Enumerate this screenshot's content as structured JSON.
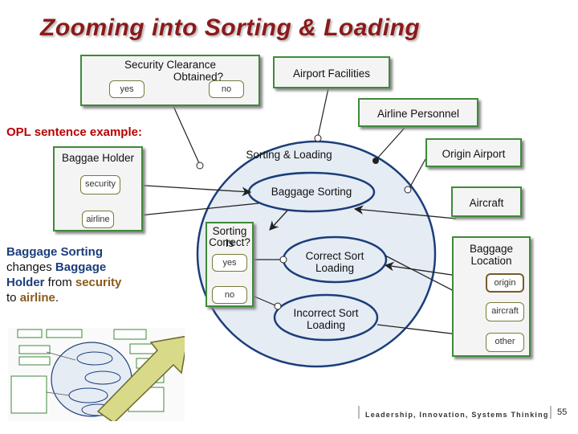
{
  "title": "Zooming into Sorting & Loading",
  "opl_heading": "OPL sentence example:",
  "opl": {
    "t1": "Baggage Sorting",
    "t2": " changes ",
    "t3": "Baggage Holder",
    "t4": " from ",
    "t5": "security",
    "t6": " to ",
    "t7": "airline",
    "t8": "."
  },
  "objects": {
    "security_clearance": {
      "label1": "Security Clearance",
      "label2": "Obtained?",
      "states": [
        "yes",
        "no"
      ]
    },
    "airport_facilities": "Airport Facilities",
    "airline_personnel": "Airline Personnel",
    "origin_airport": "Origin Airport",
    "aircraft": "Aircraft",
    "baggage_holder": {
      "label": "Baggae Holder",
      "states": [
        "security",
        "airline"
      ]
    },
    "sorting_is_correct": {
      "label1": "Sorting Is",
      "label2": "Correct?",
      "states": [
        "yes",
        "no"
      ]
    },
    "baggage_location": {
      "label1": "Baggage",
      "label2": "Location",
      "states": [
        "origin",
        "aircraft",
        "other"
      ]
    }
  },
  "processes": {
    "outer": "Sorting & Loading",
    "baggage_sorting": "Baggage Sorting",
    "correct_sort_1": "Correct Sort",
    "correct_sort_2": "Loading",
    "incorrect_sort_1": "Incorrect Sort",
    "incorrect_sort_2": "Loading"
  },
  "footer": "Leadership, Innovation, Systems Thinking",
  "page_number": "55",
  "colors": {
    "title": "#8b1a1a",
    "object_border": "#3f8a3a",
    "process_border": "#1b3e7a",
    "process_fill": "#e6ecf4"
  }
}
